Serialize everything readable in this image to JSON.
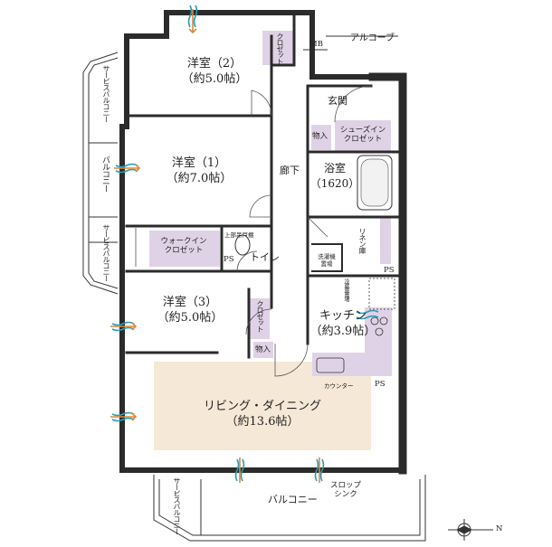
{
  "rooms": {
    "western2": {
      "name": "洋室（2）",
      "area": "（約5.0帖）"
    },
    "western1": {
      "name": "洋室（1）",
      "area": "（約7.0帖）"
    },
    "western3": {
      "name": "洋室（3）",
      "area": "（約5.0帖）"
    },
    "living": {
      "name": "リビング・ダイニング",
      "area": "（約13.6帖）"
    },
    "kitchen": {
      "name": "キッチン",
      "area": "（約3.9帖）"
    },
    "bath": {
      "name": "浴室",
      "size": "（1620）"
    },
    "entrance": "玄関",
    "corridor": "廊下",
    "toilet": "トイレ"
  },
  "storage": {
    "closet_top": "クロゼット",
    "closet_mid": "クロゼット",
    "walkin_line1": "ウォークイン",
    "walkin_line2": "クロゼット",
    "shoes_line1": "シューズイン",
    "shoes_line2": "クロゼット",
    "storage1": "物入",
    "storage2": "物入",
    "linen": "リネン庫",
    "upper_shelf": "上部吊戸棚",
    "laundry_line1": "洗濯機",
    "laundry_line2": "置場",
    "fridge": "冷蔵庫置場"
  },
  "labels": {
    "mb": "MB",
    "alcove": "アルコーブ",
    "ps1": "PS",
    "ps2": "PS",
    "ps3": "PS",
    "counter": "カウンター",
    "slop_line1": "スロップ",
    "slop_line2": "シンク",
    "balcony_main": "バルコニー",
    "balcony_side": "バルコニー",
    "service_balcony_top": "サービスバルコニー",
    "service_balcony_mid": "サービスバルコニー",
    "service_balcony_bottom": "サービスバルコニー",
    "compass": "N"
  },
  "colors": {
    "wall": "#2b2b2b",
    "storage_fill": "#e0d2e6",
    "living_fill": "#f6e8d6",
    "line": "#333333"
  }
}
